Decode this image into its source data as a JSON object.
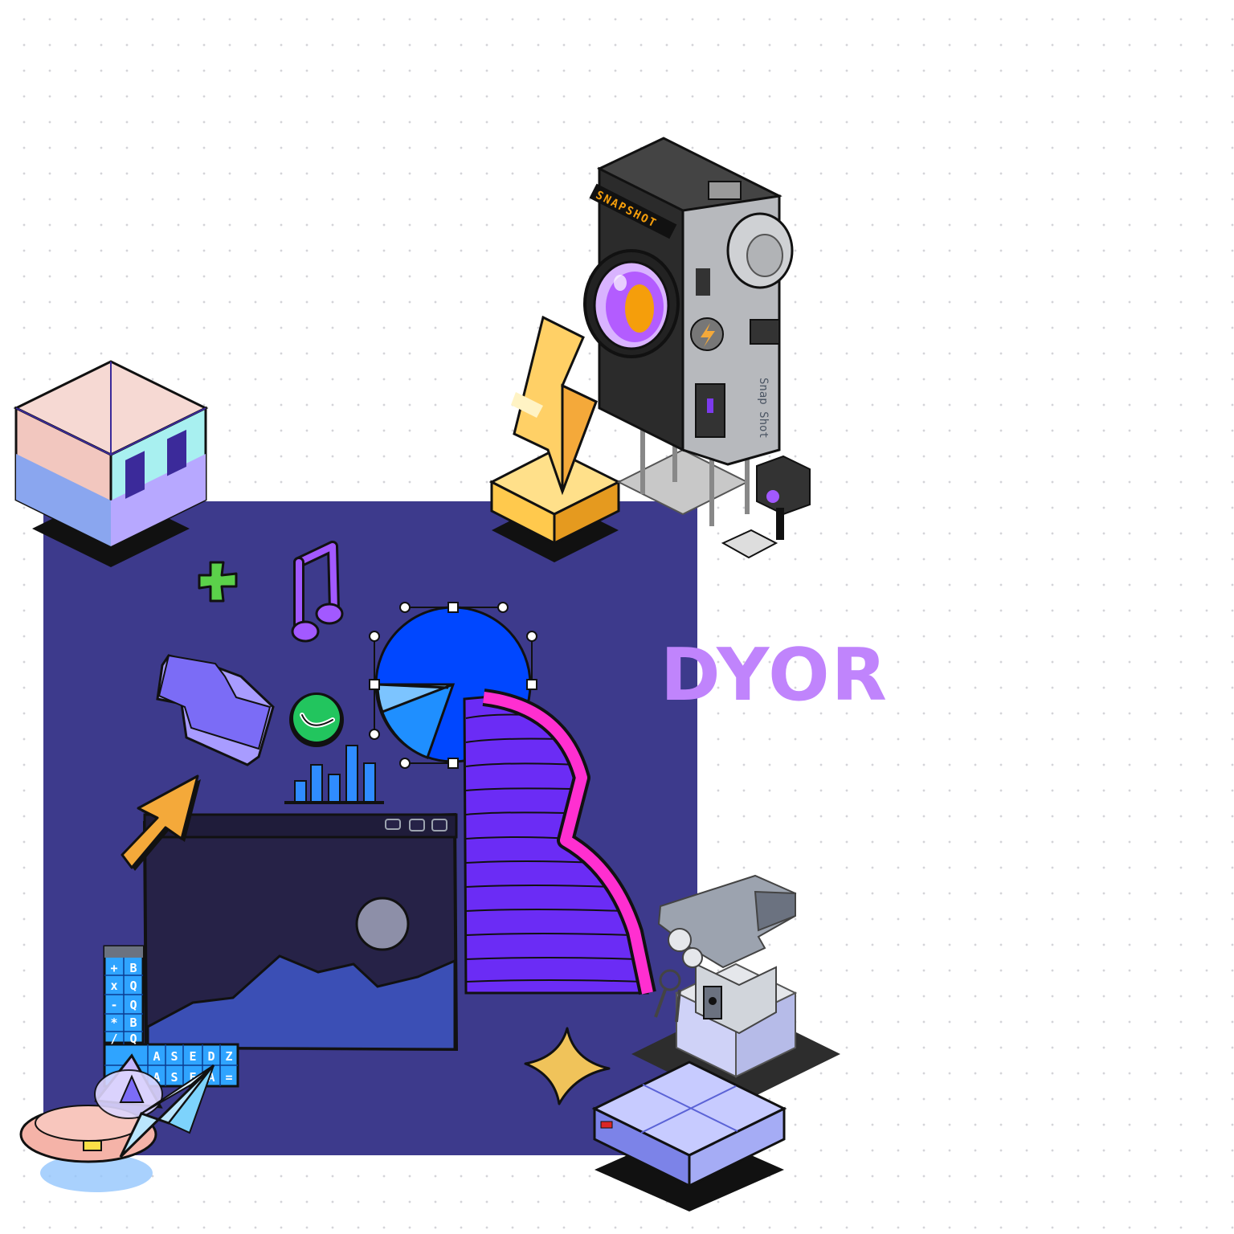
{
  "headline": {
    "text": "DYOR",
    "color": "#c084fc"
  },
  "camera": {
    "brand_label": "SNAPSHOT",
    "side_label": "Snap Shot"
  },
  "keyboard": {
    "keys": [
      "+",
      "B",
      "x",
      "Q",
      "-",
      "Q",
      "*",
      "B",
      "/",
      "Q",
      "A",
      "S",
      "E",
      "D",
      "Z",
      "=",
      "A",
      "S",
      "E",
      "A",
      "="
    ]
  },
  "colors": {
    "panel": "#3d3a8c",
    "window_dark": "#262247",
    "mountain_blue": "#3b4fb5",
    "pie_blue": "#0047ff",
    "stairs_purple": "#6b2cf5",
    "ribbon_pink": "#ff2fd0",
    "arrow_orange": "#f4a93a",
    "star_gold": "#f0c35a",
    "check_green": "#22c55e",
    "note_purple": "#a259ff",
    "bars_blue": "#2f8cff",
    "cube_left": "#f2c7bf",
    "cube_right": "#a8f0f0",
    "trophy_gold": "#ffc94d",
    "camera_gray": "#b7b9bd",
    "lens_purple": "#b35cff"
  },
  "icons": [
    "plus-icon",
    "music-note-icon",
    "tetris-block-icon",
    "check-bubble-icon",
    "bar-chart-icon",
    "pie-chart-icon",
    "cursor-arrow-icon",
    "star-icon",
    "calculator-keys-icon",
    "ufo-icon",
    "paper-plane-icon"
  ]
}
